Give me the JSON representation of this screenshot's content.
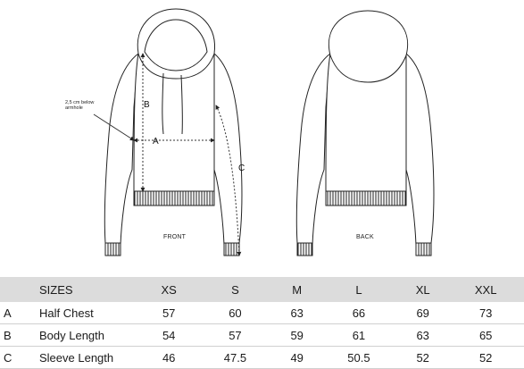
{
  "diagram": {
    "front_label": "FRONT",
    "back_label": "BACK",
    "measure_a": "A",
    "measure_b": "B",
    "measure_c": "C",
    "note": "2,5 cm below armhole"
  },
  "size_table": {
    "header_label": "SIZES",
    "sizes": [
      "XS",
      "S",
      "M",
      "L",
      "XL",
      "XXL"
    ],
    "rows": [
      {
        "code": "A",
        "name": "Half Chest",
        "values": [
          "57",
          "60",
          "63",
          "66",
          "69",
          "73"
        ]
      },
      {
        "code": "B",
        "name": "Body Length",
        "values": [
          "54",
          "57",
          "59",
          "61",
          "63",
          "65"
        ]
      },
      {
        "code": "C",
        "name": "Sleeve Length",
        "values": [
          "46",
          "47.5",
          "49",
          "50.5",
          "52",
          "52"
        ]
      }
    ]
  }
}
